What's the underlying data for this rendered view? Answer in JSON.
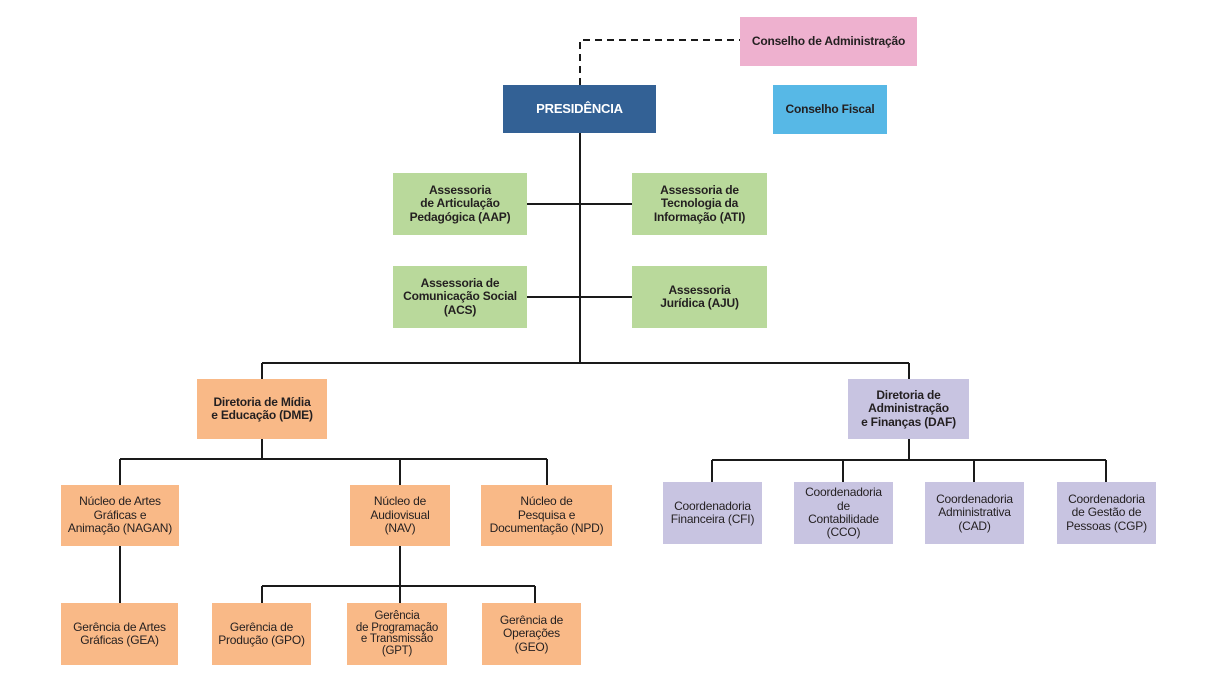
{
  "colors": {
    "line": "#1a1a1a",
    "pink": "#eeb1cf",
    "navy": "#336195",
    "sky": "#57b8e6",
    "green": "#b9d99b",
    "orange": "#f9b987",
    "lavender": "#c8c4e1"
  },
  "org": {
    "conselho_admin": "Conselho de Administração",
    "presidencia": "PRESIDÊNCIA",
    "conselho_fiscal": "Conselho Fiscal",
    "aap": "Assessoria\nde Articulação\nPedagógica (AAP)",
    "ati": "Assessoria de\nTecnologia da\nInformação (ATI)",
    "acs": "Assessoria de\nComunicação Social\n(ACS)",
    "aju": "Assessoria\nJurídica (AJU)",
    "dme": "Diretoria de Mídia\ne Educação (DME)",
    "daf": "Diretoria de\nAdministração\ne Finanças (DAF)",
    "nagan": "Núcleo de Artes\nGráficas e\nAnimação (NAGAN)",
    "nav": "Núcleo de\nAudiovisual (NAV)",
    "npd": "Núcleo de\nPesquisa e\nDocumentação (NPD)",
    "cfi": "Coordenadoria\nFinanceira (CFI)",
    "cco": "Coordenadoria de\nContabilidade\n(CCO)",
    "cad": "Coordenadoria\nAdministrativa\n(CAD)",
    "cgp": "Coordenadoria\nde Gestão de\nPessoas (CGP)",
    "gea": "Gerência de Artes\nGráficas (GEA)",
    "gpo": "Gerência de\nProdução (GPO)",
    "gpt": "Gerência\nde Programação\ne Transmissão\n(GPT)",
    "geo": "Gerência de\nOperações (GEO)"
  }
}
